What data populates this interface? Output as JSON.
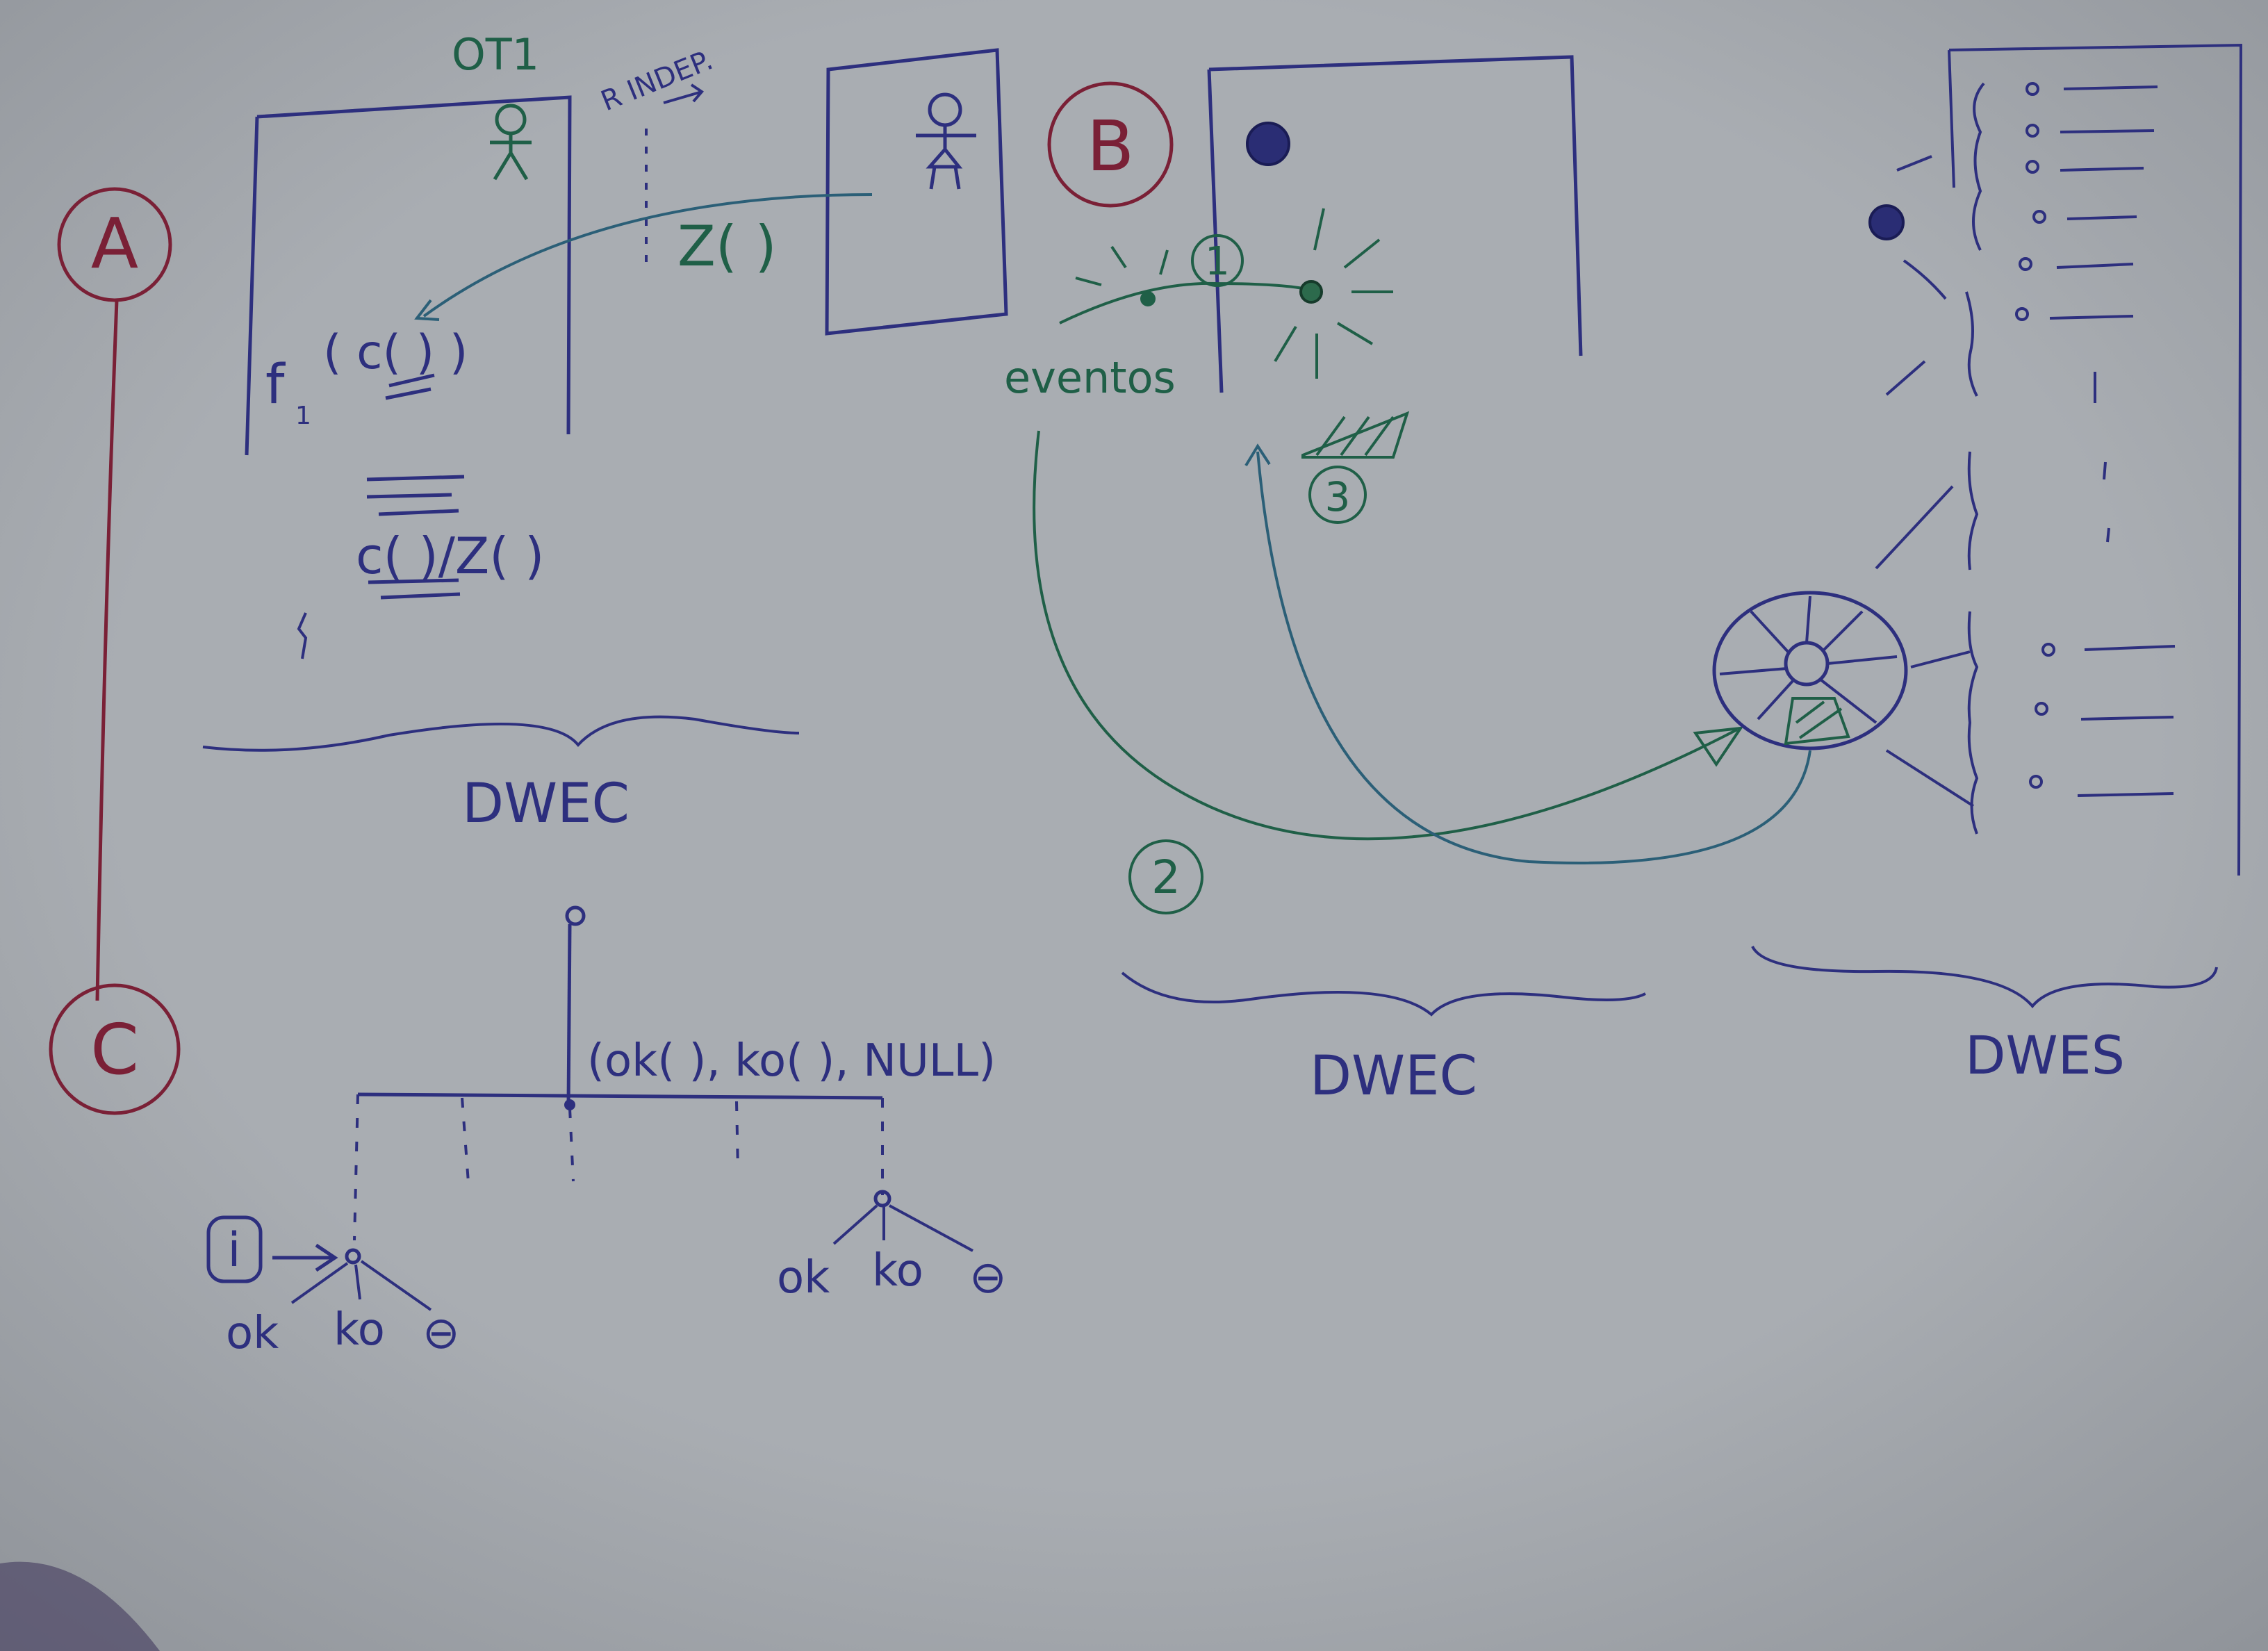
{
  "sections": {
    "a": {
      "label": "A"
    },
    "b": {
      "label": "B"
    },
    "c": {
      "label": "C"
    }
  },
  "panel_a": {
    "ot_label": "OT1",
    "indep_label": "R INDEP.",
    "z_call": "Z( )",
    "f_call": "f",
    "f_subscript": "1",
    "c_call": "( c( ) )",
    "cz_label": "c( )/Z( )",
    "brace_label": "DWEC"
  },
  "panel_b": {
    "step1": "1",
    "step2": "2",
    "step3": "3",
    "eventos_label": "eventos",
    "brace_dwec_label": "DWEC",
    "brace_dwes_label": "DWES"
  },
  "panel_c": {
    "tuple_label": "(ok( ), ko( ), NULL)",
    "step_i": "i",
    "left_ok": "ok",
    "left_ko": "ko",
    "left_null": "⊖",
    "right_ok": "ok",
    "right_ko": "ko",
    "right_null": "⊖"
  },
  "colors": {
    "ink_blue": "#2d2f7e",
    "ink_green": "#1f5f47",
    "ink_red": "#7a2036",
    "ink_teal": "#2b5f77"
  }
}
